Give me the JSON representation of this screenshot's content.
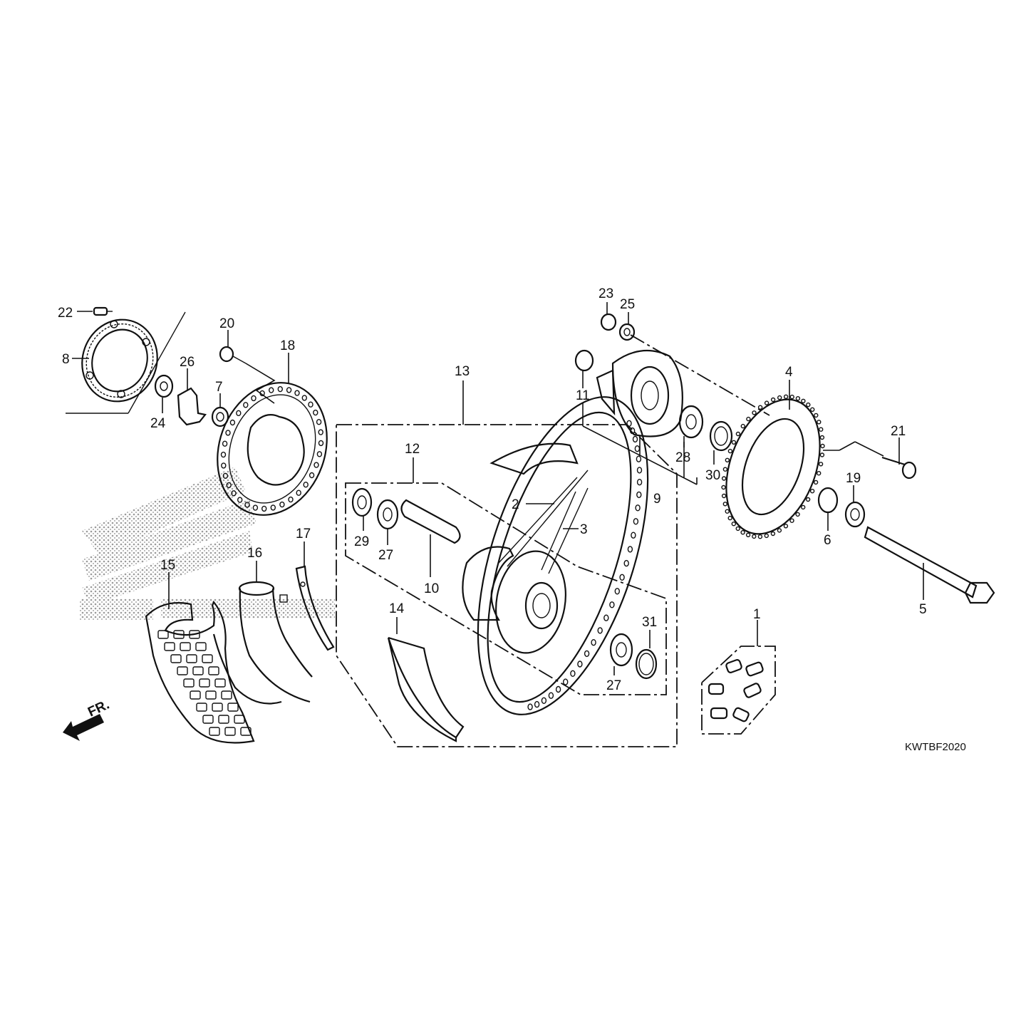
{
  "diagram": {
    "code": "KWTBF2020",
    "front_label": "FR.",
    "callouts": [
      {
        "id": "c22",
        "text": "22"
      },
      {
        "id": "c8",
        "text": "8"
      },
      {
        "id": "c26",
        "text": "26"
      },
      {
        "id": "c24",
        "text": "24"
      },
      {
        "id": "c20",
        "text": "20"
      },
      {
        "id": "c7",
        "text": "7"
      },
      {
        "id": "c18",
        "text": "18"
      },
      {
        "id": "c13",
        "text": "13"
      },
      {
        "id": "c12",
        "text": "12"
      },
      {
        "id": "c2",
        "text": "2"
      },
      {
        "id": "c3",
        "text": "3"
      },
      {
        "id": "c29",
        "text": "29"
      },
      {
        "id": "c27a",
        "text": "27"
      },
      {
        "id": "c10",
        "text": "10"
      },
      {
        "id": "c17",
        "text": "17"
      },
      {
        "id": "c16",
        "text": "16"
      },
      {
        "id": "c15",
        "text": "15"
      },
      {
        "id": "c14",
        "text": "14"
      },
      {
        "id": "c31",
        "text": "31"
      },
      {
        "id": "c27b",
        "text": "27"
      },
      {
        "id": "c23",
        "text": "23"
      },
      {
        "id": "c25",
        "text": "25"
      },
      {
        "id": "c11",
        "text": "11"
      },
      {
        "id": "c28",
        "text": "28"
      },
      {
        "id": "c9",
        "text": "9"
      },
      {
        "id": "c30",
        "text": "30"
      },
      {
        "id": "c4",
        "text": "4"
      },
      {
        "id": "c21",
        "text": "21"
      },
      {
        "id": "c19",
        "text": "19"
      },
      {
        "id": "c6",
        "text": "6"
      },
      {
        "id": "c5",
        "text": "5"
      },
      {
        "id": "c1",
        "text": "1"
      }
    ]
  }
}
